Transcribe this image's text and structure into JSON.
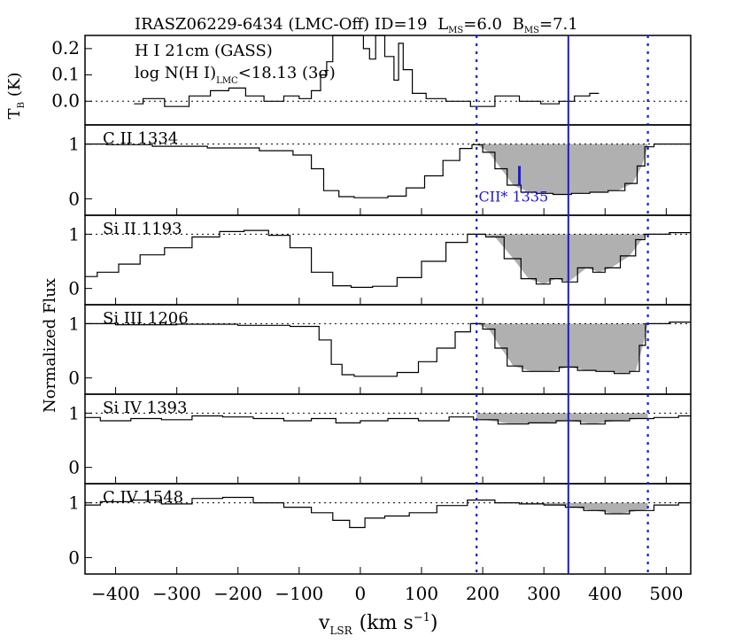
{
  "chart_data": {
    "type": "line",
    "title": {
      "main": "IRASZ06229-6434 (LMC-Off) ID=19",
      "lms_label": "L",
      "lms_sub": "MS",
      "lms_value": "=6.0",
      "bms_label": "B",
      "bms_sub": "MS",
      "bms_value": "=7.1"
    },
    "xlabel": {
      "main": "v",
      "sub": "LSR",
      "units": "(km s",
      "exp": "−1",
      "close": ")"
    },
    "ylabel": "Normalized Flux",
    "xlim": [
      -450,
      540
    ],
    "x_ticks": [
      -400,
      -300,
      -200,
      -100,
      0,
      100,
      200,
      300,
      400,
      500
    ],
    "x_tick_labels": [
      "−400",
      "−300",
      "−200",
      "−100",
      "0",
      "100",
      "200",
      "300",
      "400",
      "500"
    ],
    "markers": {
      "dotted_velocities": [
        190,
        470
      ],
      "solid_velocity": 340,
      "colors": {
        "markers": "#1a1ad6",
        "shade": "#b0b0b0"
      }
    },
    "hi_panel": {
      "name": "H I 21cm (GASS)",
      "note": "log N(H I)",
      "note_sub": "LMC",
      "note_value": "<18.13 (3σ)",
      "ylabel": "T",
      "ylabel_sub": "B",
      "ylabel_units": "(K)",
      "ylim": [
        -0.09,
        0.25
      ],
      "y_ticks": [
        0.0,
        0.1,
        0.2
      ],
      "y_tick_labels": [
        "0.0",
        "0.1",
        "0.2"
      ],
      "profile": [
        [
          -370,
          -0.01
        ],
        [
          -340,
          0.01
        ],
        [
          -300,
          -0.02
        ],
        [
          -260,
          0.02
        ],
        [
          -230,
          0.04
        ],
        [
          -200,
          0.05
        ],
        [
          -175,
          0.02
        ],
        [
          -140,
          0.0
        ],
        [
          -110,
          0.02
        ],
        [
          -90,
          0.01
        ],
        [
          -70,
          0.04
        ],
        [
          -60,
          0.1
        ],
        [
          -50,
          0.15
        ],
        [
          -40,
          0.25
        ],
        [
          0,
          0.25
        ],
        [
          10,
          0.2
        ],
        [
          20,
          0.16
        ],
        [
          30,
          0.25
        ],
        [
          50,
          0.17
        ],
        [
          60,
          0.08
        ],
        [
          65,
          0.22
        ],
        [
          75,
          0.12
        ],
        [
          95,
          0.03
        ],
        [
          120,
          0.01
        ],
        [
          160,
          0.0
        ],
        [
          200,
          -0.02
        ],
        [
          240,
          0.02
        ],
        [
          280,
          0.0
        ],
        [
          310,
          -0.01
        ],
        [
          340,
          0.0
        ],
        [
          360,
          0.02
        ],
        [
          390,
          0.03
        ]
      ]
    },
    "panels": [
      {
        "ion": "C II 1334",
        "ylim": [
          -0.3,
          1.35
        ],
        "y_ticks": [
          0,
          1
        ],
        "y_tick_labels": [
          "0",
          "1"
        ],
        "profile": [
          [
            -450,
            1.0
          ],
          [
            -380,
            0.99
          ],
          [
            -300,
            0.96
          ],
          [
            -200,
            0.93
          ],
          [
            -130,
            0.88
          ],
          [
            -90,
            0.8
          ],
          [
            -70,
            0.55
          ],
          [
            -50,
            0.15
          ],
          [
            -20,
            0.04
          ],
          [
            0,
            0.02
          ],
          [
            30,
            0.02
          ],
          [
            60,
            0.05
          ],
          [
            90,
            0.2
          ],
          [
            120,
            0.42
          ],
          [
            150,
            0.7
          ],
          [
            175,
            0.92
          ],
          [
            190,
            0.99
          ],
          [
            210,
            0.85
          ],
          [
            230,
            0.55
          ],
          [
            250,
            0.25
          ],
          [
            275,
            0.12
          ],
          [
            300,
            0.1
          ],
          [
            330,
            0.08
          ],
          [
            360,
            0.1
          ],
          [
            390,
            0.12
          ],
          [
            420,
            0.15
          ],
          [
            445,
            0.28
          ],
          [
            460,
            0.6
          ],
          [
            470,
            0.95
          ],
          [
            490,
            1.0
          ],
          [
            540,
            1.0
          ]
        ],
        "absorption_window": [
          190,
          470
        ],
        "blend": {
          "label": "CII* 1335",
          "velocity": 260
        }
      },
      {
        "ion": "Si II 1193",
        "ylim": [
          -0.3,
          1.35
        ],
        "y_ticks": [
          0,
          1
        ],
        "y_tick_labels": [
          "0",
          "1"
        ],
        "profile": [
          [
            -450,
            0.22
          ],
          [
            -410,
            0.3
          ],
          [
            -380,
            0.45
          ],
          [
            -340,
            0.62
          ],
          [
            -300,
            0.75
          ],
          [
            -250,
            0.95
          ],
          [
            -210,
            1.05
          ],
          [
            -170,
            1.07
          ],
          [
            -130,
            0.98
          ],
          [
            -100,
            0.75
          ],
          [
            -60,
            0.3
          ],
          [
            -30,
            0.05
          ],
          [
            0,
            0.02
          ],
          [
            40,
            0.04
          ],
          [
            80,
            0.2
          ],
          [
            120,
            0.5
          ],
          [
            160,
            0.85
          ],
          [
            190,
            1.0
          ],
          [
            220,
            0.95
          ],
          [
            250,
            0.55
          ],
          [
            275,
            0.18
          ],
          [
            300,
            0.08
          ],
          [
            320,
            0.18
          ],
          [
            340,
            0.12
          ],
          [
            370,
            0.38
          ],
          [
            390,
            0.3
          ],
          [
            410,
            0.38
          ],
          [
            440,
            0.6
          ],
          [
            460,
            0.9
          ],
          [
            470,
            1.0
          ],
          [
            540,
            1.03
          ]
        ],
        "absorption_window": [
          190,
          470
        ]
      },
      {
        "ion": "Si III 1206",
        "ylim": [
          -0.3,
          1.35
        ],
        "y_ticks": [
          0,
          1
        ],
        "y_tick_labels": [
          "0",
          "1"
        ],
        "profile": [
          [
            -450,
            1.0
          ],
          [
            -350,
            0.98
          ],
          [
            -250,
            0.99
          ],
          [
            -150,
            0.97
          ],
          [
            -80,
            0.95
          ],
          [
            -55,
            0.7
          ],
          [
            -40,
            0.25
          ],
          [
            -20,
            0.06
          ],
          [
            0,
            0.03
          ],
          [
            40,
            0.03
          ],
          [
            80,
            0.1
          ],
          [
            110,
            0.3
          ],
          [
            140,
            0.55
          ],
          [
            170,
            0.85
          ],
          [
            190,
            1.0
          ],
          [
            210,
            0.9
          ],
          [
            230,
            0.55
          ],
          [
            250,
            0.22
          ],
          [
            280,
            0.12
          ],
          [
            310,
            0.12
          ],
          [
            340,
            0.2
          ],
          [
            370,
            0.14
          ],
          [
            400,
            0.12
          ],
          [
            430,
            0.08
          ],
          [
            450,
            0.12
          ],
          [
            462,
            0.6
          ],
          [
            470,
            1.0
          ],
          [
            540,
            1.03
          ]
        ],
        "absorption_window": [
          190,
          470
        ]
      },
      {
        "ion": "Si IV 1393",
        "ylim": [
          -0.3,
          1.35
        ],
        "y_ticks": [
          0,
          1
        ],
        "y_tick_labels": [
          "0",
          "1"
        ],
        "profile": [
          [
            -450,
            0.92
          ],
          [
            -400,
            0.86
          ],
          [
            -350,
            0.9
          ],
          [
            -300,
            0.88
          ],
          [
            -250,
            0.95
          ],
          [
            -200,
            0.93
          ],
          [
            -150,
            0.9
          ],
          [
            -100,
            0.86
          ],
          [
            -60,
            0.9
          ],
          [
            -20,
            0.82
          ],
          [
            20,
            0.86
          ],
          [
            70,
            0.9
          ],
          [
            120,
            0.86
          ],
          [
            170,
            0.93
          ],
          [
            200,
            0.88
          ],
          [
            250,
            0.8
          ],
          [
            300,
            0.82
          ],
          [
            340,
            0.86
          ],
          [
            380,
            0.8
          ],
          [
            420,
            0.86
          ],
          [
            460,
            0.9
          ],
          [
            500,
            0.92
          ],
          [
            540,
            0.95
          ]
        ],
        "absorption_window": [
          190,
          470
        ]
      },
      {
        "ion": "C IV 1548",
        "ylim": [
          -0.3,
          1.35
        ],
        "y_ticks": [
          0,
          1
        ],
        "y_tick_labels": [
          "0",
          "1"
        ],
        "profile": [
          [
            -450,
            0.96
          ],
          [
            -400,
            1.02
          ],
          [
            -350,
            1.05
          ],
          [
            -300,
            0.98
          ],
          [
            -250,
            1.08
          ],
          [
            -200,
            1.1
          ],
          [
            -150,
            1.0
          ],
          [
            -100,
            0.92
          ],
          [
            -60,
            0.82
          ],
          [
            -30,
            0.68
          ],
          [
            -5,
            0.55
          ],
          [
            20,
            0.72
          ],
          [
            60,
            0.76
          ],
          [
            100,
            0.82
          ],
          [
            150,
            0.95
          ],
          [
            200,
            1.05
          ],
          [
            240,
            1.0
          ],
          [
            280,
            0.98
          ],
          [
            320,
            0.96
          ],
          [
            350,
            0.92
          ],
          [
            380,
            0.86
          ],
          [
            420,
            0.8
          ],
          [
            460,
            0.86
          ],
          [
            500,
            0.96
          ],
          [
            540,
            1.0
          ]
        ],
        "absorption_window": [
          190,
          470
        ]
      }
    ]
  }
}
